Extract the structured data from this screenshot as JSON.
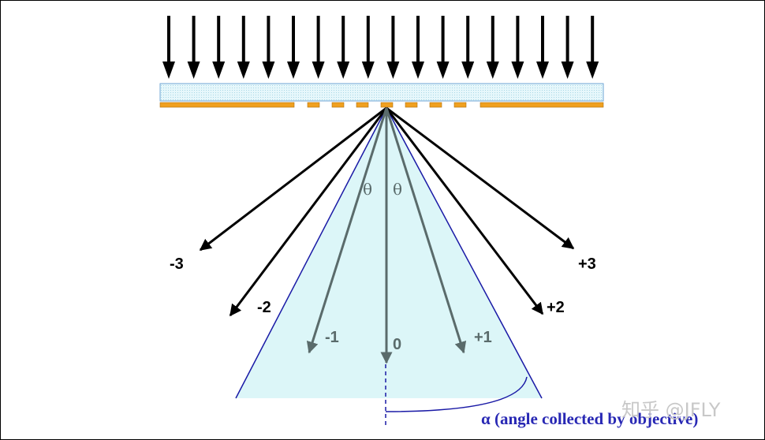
{
  "diagram": {
    "orders": {
      "minus3": "-3",
      "minus2": "-2",
      "minus1": "-1",
      "zero": "0",
      "plus1": "+1",
      "plus2": "+2",
      "plus3": "+3"
    },
    "theta_symbol": "θ",
    "alpha_caption": "α (angle collected by objective)",
    "watermark": "知乎 @JFLY",
    "colors": {
      "incident_arrows": "#000000",
      "cone_fill": "#dcf6f8",
      "cone_edge": "#1a1aa6",
      "glass_fill": "#dff3f9",
      "glass_edge": "#6fa6d6",
      "grating": "#f0a020",
      "collected_orders": "#5a6b6b",
      "caption": "#2828b4",
      "watermark": "#c8c8c8"
    }
  }
}
